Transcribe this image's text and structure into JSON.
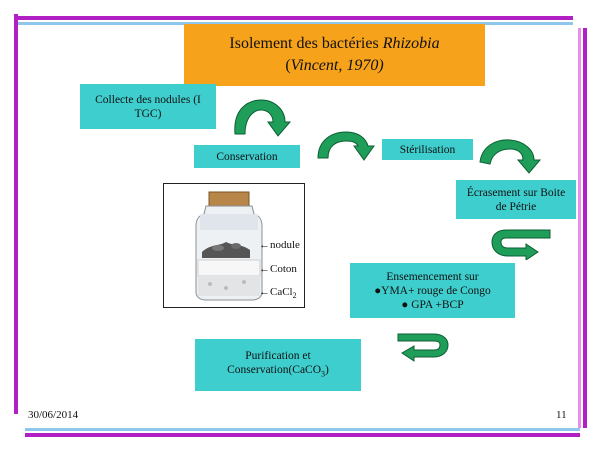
{
  "slide": {
    "title_main": "Isolement des bactéries ",
    "title_species": "Rhizobia",
    "title_citation_open": "(",
    "title_citation": "Vincent, 1970)",
    "steps": {
      "collecte": "Collecte des nodules (I TGC)",
      "conservation": "Conservation",
      "sterilisation": "Stérilisation",
      "ecrasement": "Écrasement sur Boite de Pétrie",
      "ensemencement_title": "Ensemencement sur",
      "ensemencement_item1": "●YMA+ rouge de Congo",
      "ensemencement_item2": "●  GPA +BCP",
      "purification_line1": "Purification  et",
      "purification_line2": "Conservation(CaCO",
      "purification_sub": "3",
      "purification_end": ")"
    },
    "jar_labels": {
      "nodule": "←nodule",
      "coton": "←Coton",
      "cacl": "←CaCl",
      "cacl_sub": "2"
    },
    "date": "30/06/2014",
    "page_number": "11"
  },
  "colors": {
    "title_bg": "#f7a21b",
    "box_bg": "#3fcece",
    "arrow_fill": "#1f9e5a",
    "bar_purple": "#b21fc4",
    "bar_blue": "#8fc6ee",
    "bar_pink": "#e88fe6"
  }
}
